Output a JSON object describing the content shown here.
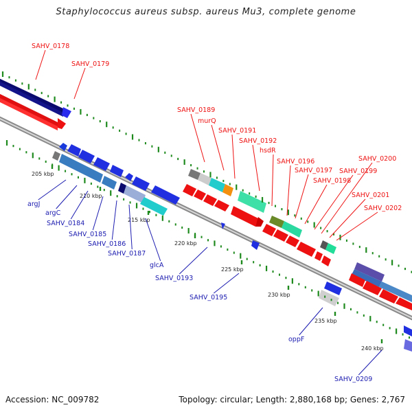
{
  "title": "Staphylococcus aureus subsp. aureus Mu3, complete genome",
  "accession": "Accession: NC_009782",
  "summary": "Topology: circular; Length: 2,880,168 bp; Genes: 2,767",
  "colors": {
    "red_label": "#ee1111",
    "blue_label": "#1a1ab0",
    "backbone": "#9a9a9a",
    "tick": "#1e8a1e"
  },
  "kbp_ticks": [
    {
      "label": "205 kbp",
      "major": true
    },
    {
      "label": "210 kbp",
      "major": true
    },
    {
      "label": "215 kbp",
      "major": true
    },
    {
      "label": "220 kbp",
      "major": true
    },
    {
      "label": "225 kbp",
      "major": true
    },
    {
      "label": "230 kbp",
      "major": true
    },
    {
      "label": "235 kbp",
      "major": true
    },
    {
      "label": "240 kbp",
      "major": true
    }
  ],
  "forward_labels": [
    {
      "text": "SAHV_0178"
    },
    {
      "text": "SAHV_0179"
    },
    {
      "text": "SAHV_0189"
    },
    {
      "text": "murQ"
    },
    {
      "text": "SAHV_0191"
    },
    {
      "text": "SAHV_0192"
    },
    {
      "text": "hsdR"
    },
    {
      "text": "SAHV_0196"
    },
    {
      "text": "SAHV_0197"
    },
    {
      "text": "SAHV_0198"
    },
    {
      "text": "SAHV_0199"
    },
    {
      "text": "SAHV_0200"
    },
    {
      "text": "SAHV_0201"
    },
    {
      "text": "SAHV_0202"
    }
  ],
  "reverse_labels": [
    {
      "text": "argJ"
    },
    {
      "text": "argC"
    },
    {
      "text": "SAHV_0184"
    },
    {
      "text": "SAHV_0185"
    },
    {
      "text": "SAHV_0186"
    },
    {
      "text": "SAHV_0187"
    },
    {
      "text": "glcA"
    },
    {
      "text": "SAHV_0193"
    },
    {
      "text": "SAHV_0195"
    },
    {
      "text": "oppF"
    },
    {
      "text": "SAHV_0209"
    }
  ]
}
